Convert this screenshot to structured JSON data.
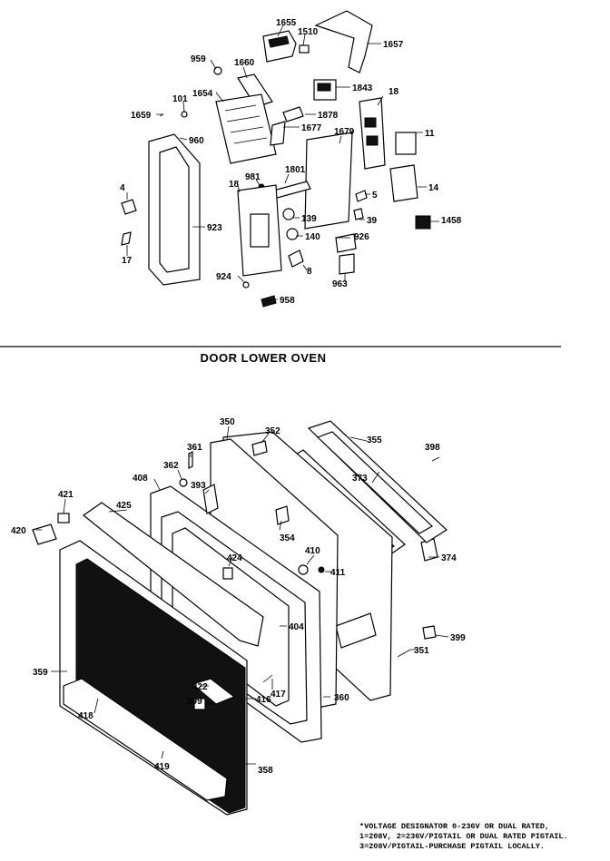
{
  "section_title": "DOOR LOWER OVEN",
  "footnote": [
    "*VOLTAGE DESIGNATOR 0-236V OR DUAL RATED,",
    "1=208V, 2=236V/PIGTAIL OR DUAL RATED PIGTAIL.",
    "3=208V/PIGTAIL-PURCHASE PIGTAIL LOCALLY."
  ],
  "upper_callouts": [
    "1655",
    "1510",
    "1657",
    "959",
    "1660",
    "1843",
    "18",
    "101",
    "1654",
    "1878",
    "1659",
    "960",
    "1677",
    "1679",
    "11",
    "4",
    "981",
    "1801",
    "5",
    "923",
    "18",
    "139",
    "14",
    "39",
    "1458",
    "140",
    "926",
    "17",
    "8",
    "924",
    "963",
    "958"
  ],
  "lower_callouts": [
    "350",
    "352",
    "355",
    "398",
    "361",
    "362",
    "393",
    "408",
    "373",
    "421",
    "425",
    "420",
    "354",
    "410",
    "411",
    "374",
    "424",
    "404",
    "399",
    "351",
    "359",
    "422",
    "399",
    "416",
    "417",
    "360",
    "418",
    "419",
    "358"
  ]
}
